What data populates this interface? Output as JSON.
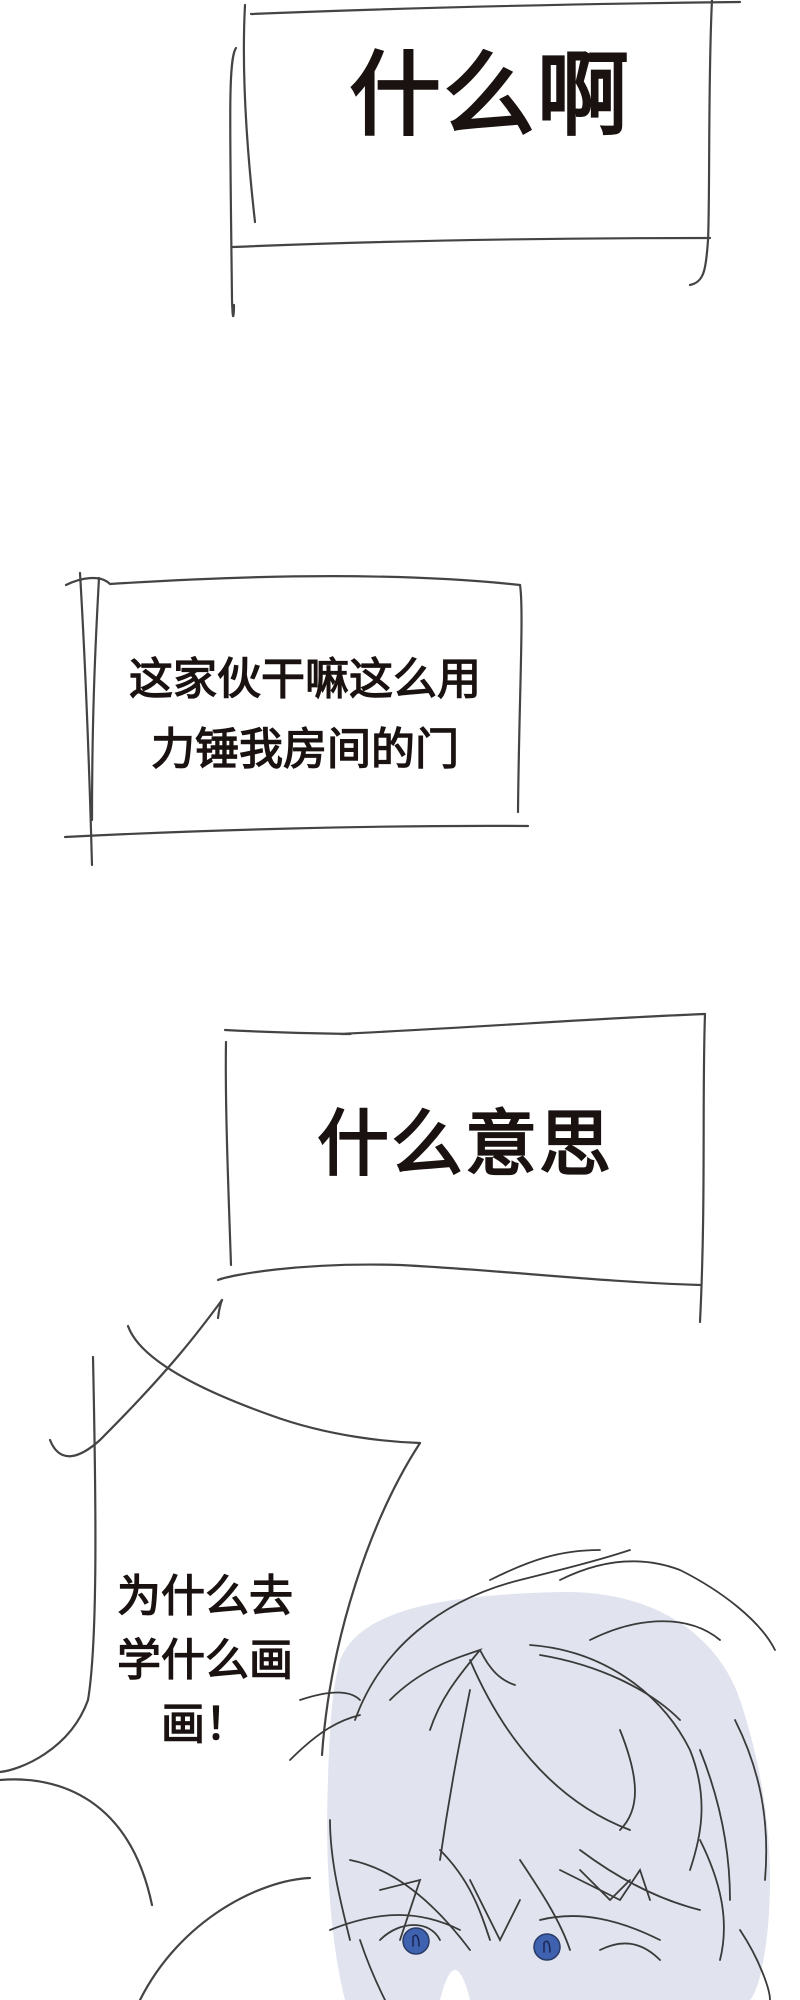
{
  "comic": {
    "panels": [
      {
        "id": "panel-1",
        "text": "什么啊"
      },
      {
        "id": "panel-2",
        "lines": [
          "这家伙干嘛这么用",
          "力锤我房间的门"
        ]
      },
      {
        "id": "panel-3",
        "text": "什么意思"
      },
      {
        "id": "panel-4",
        "lines": [
          "为什么去",
          "学什么画",
          "画！"
        ]
      }
    ],
    "character": {
      "description": "sketched boy with messy hair, frowning, blue eyes",
      "eye_color": "#3e62b0",
      "hair_fill_color": "#e1e4ee",
      "line_color": "#3a3a3a"
    },
    "colors": {
      "background": "#ffffff",
      "text": "#1a1210",
      "bubble_outline": "#444444"
    }
  }
}
